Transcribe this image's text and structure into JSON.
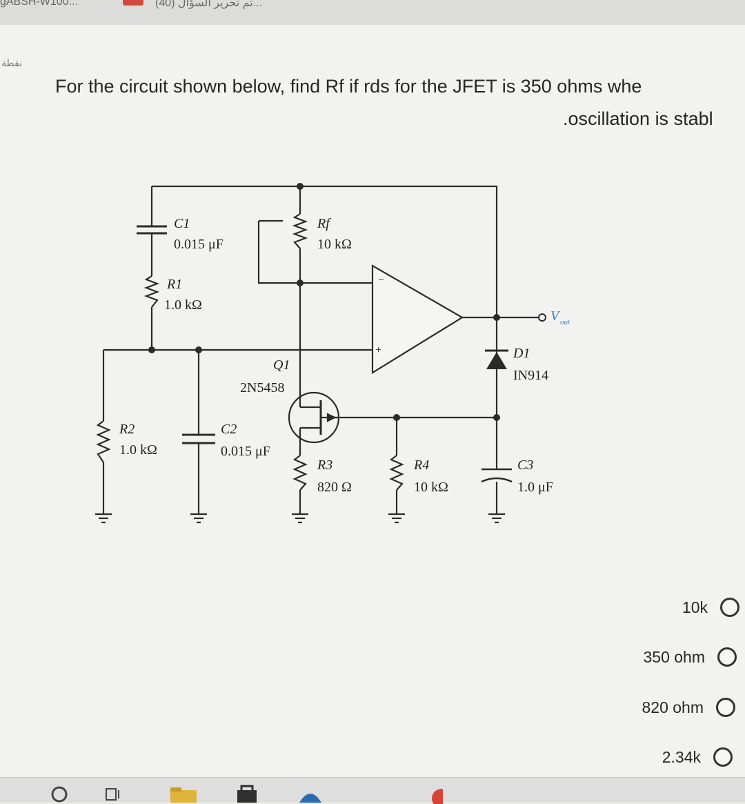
{
  "browser": {
    "tab_left_fragment": "gABSH-W100...",
    "tab_right_fragment": "...تم تحرير السؤال (40)"
  },
  "quiz": {
    "flag_label": "نقطة",
    "question_line1": "For the circuit shown below, find Rf if rds for the JFET is 350 ohms whe",
    "question_line2": ".oscillation is stabl",
    "options": [
      {
        "label": "10k"
      },
      {
        "label": "350 ohm"
      },
      {
        "label": "820 ohm"
      },
      {
        "label": "2.34k"
      }
    ]
  },
  "circuit": {
    "c1_name": "C1",
    "c1_value": "0.015 μF",
    "rf_name": "Rf",
    "rf_value": "10 kΩ",
    "r1_name": "R1",
    "r1_value": "1.0 kΩ",
    "r2_name": "R2",
    "r2_value": "1.0 kΩ",
    "c2_name": "C2",
    "c2_value": "0.015 μF",
    "q1_name": "Q1",
    "q1_part": "2N5458",
    "r3_name": "R3",
    "r3_value": "820 Ω",
    "r4_name": "R4",
    "r4_value": "10 kΩ",
    "c3_name": "C3",
    "c3_value": "1.0 μF",
    "d1_name": "D1",
    "d1_part": "IN914",
    "vout_label": "V",
    "vout_sub": "out",
    "opamp_minus": "−",
    "opamp_plus": "+"
  }
}
